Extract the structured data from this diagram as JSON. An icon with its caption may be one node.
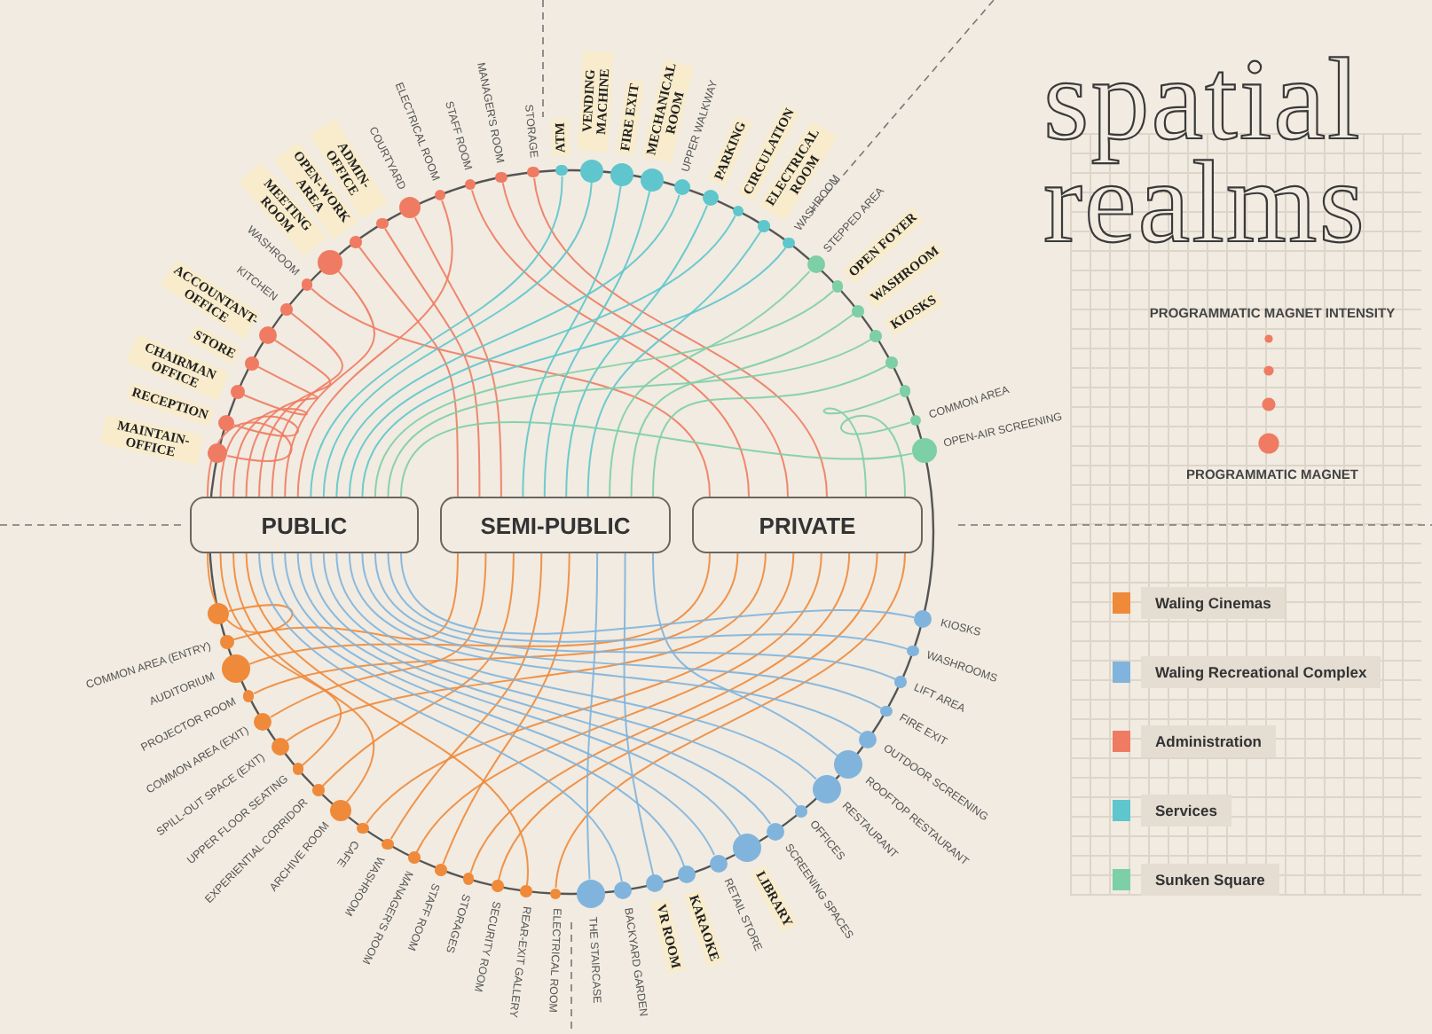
{
  "diagram": {
    "title": "spatial realms",
    "nodes": [
      {
        "text": [
          "PUBLIC"
        ]
      },
      {
        "text": [
          "SEMI-PUBLIC"
        ]
      },
      {
        "text": [
          "PRIVATE"
        ]
      },
      {
        "text": [],
        "shape": "circle",
        "beside": [
          "MAINTAIN- OFFICE"
        ]
      },
      {
        "text": [],
        "shape": "circle",
        "beside": [
          "RECEPTION"
        ]
      },
      {
        "text": [],
        "shape": "circle",
        "beside": [
          "CHAIRMAN OFFICE"
        ]
      },
      {
        "text": [],
        "shape": "circle",
        "beside": [
          "STORE"
        ]
      },
      {
        "text": [],
        "shape": "circle",
        "beside": [
          "ACCOUNTANT-OFFICE"
        ]
      },
      {
        "text": [],
        "shape": "circle",
        "beside": [
          "KITCHEN"
        ]
      },
      {
        "text": [],
        "shape": "circle",
        "beside": [
          "WASHROOM"
        ]
      },
      {
        "text": [],
        "shape": "circle",
        "beside": [
          "MEETING ROOM"
        ]
      },
      {
        "text": [],
        "shape": "circle",
        "beside": [
          "OPEN-WORK AREA"
        ]
      },
      {
        "text": [],
        "shape": "circle",
        "beside": [
          "ADMIN-OFFICE"
        ]
      },
      {
        "text": [],
        "shape": "circle",
        "beside": [
          "COURTYARD"
        ]
      },
      {
        "text": [],
        "shape": "circle",
        "beside": [
          "ELECTRICAL ROOM"
        ]
      },
      {
        "text": [],
        "shape": "circle",
        "beside": [
          "STAFF ROOM"
        ]
      },
      {
        "text": [],
        "shape": "circle",
        "beside": [
          "MANAGER'S ROOM"
        ]
      },
      {
        "text": [],
        "shape": "circle",
        "beside": [
          "STORAGE"
        ]
      },
      {
        "text": [],
        "shape": "circle",
        "beside": [
          "ATM"
        ]
      },
      {
        "text": [],
        "shape": "circle",
        "beside": [
          "VENDING MACHINE"
        ]
      },
      {
        "text": [],
        "shape": "circle",
        "beside": [
          "FIRE EXIT"
        ]
      },
      {
        "text": [],
        "shape": "circle",
        "beside": [
          "MECHANICAL ROOM"
        ]
      },
      {
        "text": [],
        "shape": "circle",
        "beside": [
          "UPPER WALKWAY"
        ]
      },
      {
        "text": [],
        "shape": "circle",
        "beside": [
          "PARKING"
        ]
      },
      {
        "text": [],
        "shape": "circle",
        "beside": [
          "CIRCULATION"
        ]
      },
      {
        "text": [],
        "shape": "circle",
        "beside": [
          "ELECTRICAL ROOM"
        ]
      },
      {
        "text": [],
        "shape": "circle",
        "beside": [
          "WASHROOM"
        ]
      },
      {
        "text": [],
        "shape": "circle",
        "beside": [
          "STEPPED AREA"
        ]
      },
      {
        "text": [],
        "shape": "circle",
        "beside": [
          "OPEN FOYER"
        ]
      },
      {
        "text": [],
        "shape": "circle",
        "beside": [
          "WASHROOM"
        ]
      },
      {
        "text": [],
        "shape": "circle",
        "beside": [
          "KIOSKS"
        ]
      },
      {
        "text": [],
        "shape": "circle"
      },
      {
        "text": [],
        "shape": "circle"
      },
      {
        "text": [],
        "shape": "circle",
        "beside": [
          "COMMON AREA"
        ]
      },
      {
        "text": [],
        "shape": "circle",
        "beside": [
          "OPEN-AIR SCREENING"
        ]
      },
      {
        "text": [],
        "shape": "circle"
      },
      {
        "text": [],
        "shape": "circle",
        "beside": [
          "COMMON AREA (ENTRY)"
        ]
      },
      {
        "text": [],
        "shape": "circle",
        "beside": [
          "AUDITORIUM"
        ]
      },
      {
        "text": [],
        "shape": "circle",
        "beside": [
          "PROJECTOR ROOM"
        ]
      },
      {
        "text": [],
        "shape": "circle",
        "beside": [
          "COMMON AREA (EXIT)"
        ]
      },
      {
        "text": [],
        "shape": "circle",
        "beside": [
          "SPILL-OUT SPACE (EXIT)"
        ]
      },
      {
        "text": [],
        "shape": "circle",
        "beside": [
          "UPPER FLOOR SEATING"
        ]
      },
      {
        "text": [],
        "shape": "circle",
        "beside": [
          "EXPERIENTIAL CORRIDOR"
        ]
      },
      {
        "text": [],
        "shape": "circle",
        "beside": [
          "ARCHIVE ROOM"
        ]
      },
      {
        "text": [],
        "shape": "circle",
        "beside": [
          "CAFE"
        ]
      },
      {
        "text": [],
        "shape": "circle",
        "beside": [
          "WASHROOM"
        ]
      },
      {
        "text": [],
        "shape": "circle",
        "beside": [
          "MANAGER'S ROOM"
        ]
      },
      {
        "text": [],
        "shape": "circle",
        "beside": [
          "STAFF ROOM"
        ]
      },
      {
        "text": [],
        "shape": "circle",
        "beside": [
          "STORAGES"
        ]
      },
      {
        "text": [],
        "shape": "circle",
        "beside": [
          "SECURITY ROOM"
        ]
      },
      {
        "text": [],
        "shape": "circle",
        "beside": [
          "REAR-EXIT GALLERY"
        ]
      },
      {
        "text": [],
        "shape": "circle",
        "beside": [
          "ELECTRICAL ROOM"
        ]
      },
      {
        "text": [],
        "shape": "circle",
        "beside": [
          "THE STAIRCASE"
        ]
      },
      {
        "text": [],
        "shape": "circle",
        "beside": [
          "BACKYARD GARDEN"
        ]
      },
      {
        "text": [],
        "shape": "circle",
        "beside": [
          "VR ROOM"
        ]
      },
      {
        "text": [],
        "shape": "circle",
        "beside": [
          "KARAOKE"
        ]
      },
      {
        "text": [],
        "shape": "circle",
        "beside": [
          "RETAIL STORE"
        ]
      },
      {
        "text": [],
        "shape": "circle",
        "beside": [
          "LIBRARY"
        ]
      },
      {
        "text": [],
        "shape": "circle",
        "beside": [
          "SCREENING SPACES"
        ]
      },
      {
        "text": [],
        "shape": "circle",
        "beside": [
          "OFFICES"
        ]
      },
      {
        "text": [],
        "shape": "circle",
        "beside": [
          "RESTAURANT"
        ]
      },
      {
        "text": [],
        "shape": "circle",
        "beside": [
          "ROOFTOP RESTAURANT"
        ]
      },
      {
        "text": [],
        "shape": "circle",
        "beside": [
          "OUTDOOR SCREENING"
        ]
      },
      {
        "text": [],
        "shape": "circle",
        "beside": [
          "FIRE EXIT"
        ]
      },
      {
        "text": [],
        "shape": "circle",
        "beside": [
          "LIFT AREA"
        ]
      },
      {
        "text": [],
        "shape": "circle",
        "beside": [
          "WASHROOMS"
        ]
      },
      {
        "text": [],
        "shape": "circle",
        "beside": [
          "KIOSKS"
        ]
      }
    ],
    "edges": [
      {
        "from": 3,
        "to": 0,
        "arrow": "none",
        "color": "#ef7b62"
      },
      {
        "from": 4,
        "to": 0,
        "arrow": "none",
        "color": "#ef7b62"
      },
      {
        "from": 5,
        "to": 0,
        "arrow": "none",
        "color": "#ef7b62"
      },
      {
        "from": 6,
        "to": 0,
        "arrow": "none",
        "color": "#ef7b62"
      },
      {
        "from": 7,
        "to": 0,
        "arrow": "none",
        "color": "#ef7b62"
      },
      {
        "from": 8,
        "to": 0,
        "arrow": "none",
        "color": "#ef7b62"
      },
      {
        "from": 9,
        "to": 2,
        "arrow": "none",
        "color": "#ef7b62"
      },
      {
        "from": 10,
        "to": 0,
        "arrow": "none",
        "color": "#ef7b62"
      },
      {
        "from": 11,
        "to": 1,
        "arrow": "none",
        "color": "#ef7b62"
      },
      {
        "from": 12,
        "to": 1,
        "arrow": "none",
        "color": "#ef7b62"
      },
      {
        "from": 13,
        "to": 1,
        "arrow": "none",
        "color": "#ef7b62"
      },
      {
        "from": 14,
        "to": 0,
        "arrow": "none",
        "color": "#ef7b62"
      },
      {
        "from": 15,
        "to": 2,
        "arrow": "none",
        "color": "#ef7b62"
      },
      {
        "from": 16,
        "to": 2,
        "arrow": "none",
        "color": "#ef7b62"
      },
      {
        "from": 17,
        "to": 2,
        "arrow": "none",
        "color": "#ef7b62"
      },
      {
        "from": 18,
        "to": 0,
        "arrow": "none",
        "color": "#5ec6cc"
      },
      {
        "from": 19,
        "to": 0,
        "arrow": "none",
        "color": "#5ec6cc"
      },
      {
        "from": 20,
        "to": 1,
        "arrow": "none",
        "color": "#5ec6cc"
      },
      {
        "from": 21,
        "to": 1,
        "arrow": "none",
        "color": "#5ec6cc"
      },
      {
        "from": 22,
        "to": 0,
        "arrow": "none",
        "color": "#5ec6cc"
      },
      {
        "from": 23,
        "to": 1,
        "arrow": "none",
        "color": "#5ec6cc"
      },
      {
        "from": 24,
        "to": 0,
        "arrow": "none",
        "color": "#5ec6cc"
      },
      {
        "from": 25,
        "to": 1,
        "arrow": "none",
        "color": "#5ec6cc"
      },
      {
        "from": 26,
        "to": 0,
        "arrow": "none",
        "color": "#5ec6cc"
      },
      {
        "from": 27,
        "to": 1,
        "arrow": "none",
        "color": "#7dcfa5"
      },
      {
        "from": 28,
        "to": 0,
        "arrow": "none",
        "color": "#7dcfa5"
      },
      {
        "from": 29,
        "to": 1,
        "arrow": "none",
        "color": "#7dcfa5"
      },
      {
        "from": 30,
        "to": 0,
        "arrow": "none",
        "color": "#7dcfa5"
      },
      {
        "from": 31,
        "to": 1,
        "arrow": "none",
        "color": "#7dcfa5"
      },
      {
        "from": 32,
        "to": 2,
        "arrow": "none",
        "color": "#7dcfa5"
      },
      {
        "from": 33,
        "to": 2,
        "arrow": "none",
        "color": "#7dcfa5"
      },
      {
        "from": 34,
        "to": 0,
        "arrow": "none",
        "color": "#7dcfa5"
      },
      {
        "from": 35,
        "to": 0,
        "arrow": "none"
      },
      {
        "from": 36,
        "to": 1,
        "arrow": "none"
      },
      {
        "from": 37,
        "to": 2,
        "arrow": "none"
      },
      {
        "from": 38,
        "to": 2,
        "arrow": "none"
      },
      {
        "from": 39,
        "to": 1,
        "arrow": "none"
      },
      {
        "from": 40,
        "to": 2,
        "arrow": "none"
      },
      {
        "from": 41,
        "to": 0,
        "arrow": "none"
      },
      {
        "from": 42,
        "to": 1,
        "arrow": "none"
      },
      {
        "from": 43,
        "to": 0,
        "arrow": "none"
      },
      {
        "from": 44,
        "to": 2,
        "arrow": "none"
      },
      {
        "from": 45,
        "to": 1,
        "arrow": "none"
      },
      {
        "from": 46,
        "to": 2,
        "arrow": "none"
      },
      {
        "from": 47,
        "to": 1,
        "arrow": "none"
      },
      {
        "from": 48,
        "to": 2,
        "arrow": "none"
      },
      {
        "from": 49,
        "to": 2,
        "arrow": "none"
      },
      {
        "from": 50,
        "to": 0,
        "arrow": "none"
      },
      {
        "from": 51,
        "to": 2,
        "arrow": "none"
      },
      {
        "from": 52,
        "to": 1,
        "arrow": "none",
        "color": "#80b4dd"
      },
      {
        "from": 53,
        "to": 0,
        "arrow": "none",
        "color": "#80b4dd"
      },
      {
        "from": 54,
        "to": 1,
        "arrow": "none",
        "color": "#80b4dd"
      },
      {
        "from": 55,
        "to": 0,
        "arrow": "none",
        "color": "#80b4dd"
      },
      {
        "from": 56,
        "to": 0,
        "arrow": "none",
        "color": "#80b4dd"
      },
      {
        "from": 57,
        "to": 0,
        "arrow": "none",
        "color": "#80b4dd"
      },
      {
        "from": 58,
        "to": 0,
        "arrow": "none",
        "color": "#80b4dd"
      },
      {
        "from": 59,
        "to": 0,
        "arrow": "none",
        "color": "#80b4dd"
      },
      {
        "from": 60,
        "to": 0,
        "arrow": "none",
        "color": "#80b4dd"
      },
      {
        "from": 61,
        "to": 1,
        "arrow": "none",
        "color": "#80b4dd"
      },
      {
        "from": 62,
        "to": 0,
        "arrow": "none",
        "color": "#80b4dd"
      },
      {
        "from": 63,
        "to": 0,
        "arrow": "none",
        "color": "#80b4dd"
      },
      {
        "from": 64,
        "to": 0,
        "arrow": "none",
        "color": "#80b4dd"
      },
      {
        "from": 65,
        "to": 0,
        "arrow": "none",
        "color": "#80b4dd"
      },
      {
        "from": 66,
        "to": 0,
        "arrow": "none",
        "color": "#80b4dd"
      }
    ],
    "labels": [
      "PROGRAMMATIC MAGNET INTENSITY",
      "PROGRAMMATIC MAGNET"
    ],
    "legend": [
      {
        "text": "Waling Cinemas",
        "color": "#ef8a3a"
      },
      {
        "text": "Waling Recreational  Complex",
        "color": "#80b4dd"
      },
      {
        "text": "Administration",
        "color": "#ef7b62"
      },
      {
        "text": "Services",
        "color": "#5ec6cc"
      },
      {
        "text": "Sunken Square",
        "color": "#7dcfa5"
      }
    ]
  }
}
